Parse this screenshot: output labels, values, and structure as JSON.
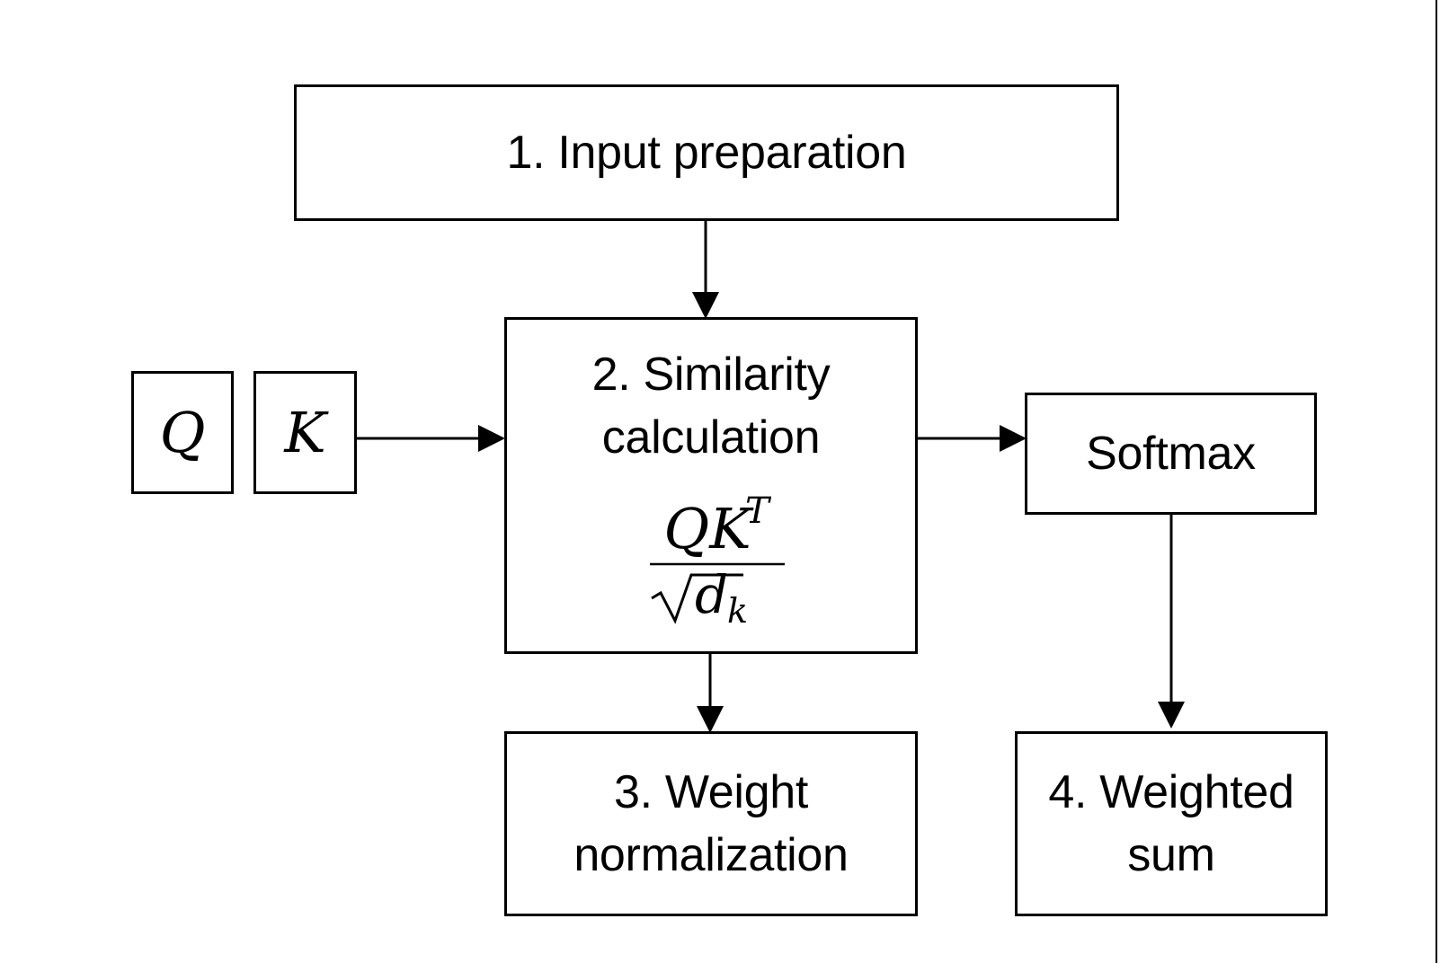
{
  "diagram": {
    "step1": {
      "label": "1. Input preparation"
    },
    "step2": {
      "line1": "2. Similarity",
      "line2": "calculation"
    },
    "formula": {
      "numerator": "QK",
      "superscript": "T",
      "radicand": "d",
      "subscript": "k"
    },
    "query": {
      "symbol": "Q"
    },
    "key": {
      "symbol": "K"
    },
    "softmax": {
      "label": "Softmax"
    },
    "step3": {
      "line1": "3. Weight",
      "line2": "normalization"
    },
    "step4": {
      "line1": "4. Weighted",
      "line2": "sum"
    }
  }
}
